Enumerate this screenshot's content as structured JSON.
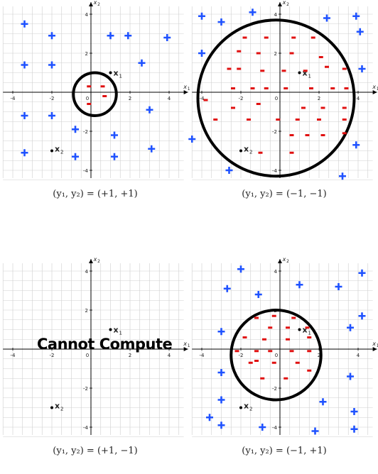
{
  "axis": {
    "x_label": "x",
    "x_sub": "1",
    "y_label": "x",
    "y_sub": "2",
    "x_ticks": [
      "-4",
      "-2",
      "0",
      "2",
      "4"
    ],
    "y_ticks": [
      "4",
      "2",
      "-2",
      "-4"
    ],
    "point1_label": "x",
    "point1_sub": "1",
    "point2_label": "x",
    "point2_sub": "2"
  },
  "colors": {
    "plus": "#1f52ff",
    "minus": "#e01010",
    "circle": "#000000",
    "grid": "#cfcfcf"
  },
  "panels": [
    {
      "caption": "(y₁, y₂) = (+1, +1)",
      "overlay_text": "",
      "circle": {
        "cx": 0.2,
        "cy": -0.1,
        "r": 1.1
      },
      "plus": [
        [
          -3.4,
          3.5
        ],
        [
          -2.0,
          2.9
        ],
        [
          1.0,
          2.9
        ],
        [
          1.9,
          2.9
        ],
        [
          3.9,
          2.8
        ],
        [
          -3.4,
          1.4
        ],
        [
          -2.0,
          1.4
        ],
        [
          2.6,
          1.5
        ],
        [
          -3.4,
          -1.2
        ],
        [
          -2.0,
          -1.2
        ],
        [
          3.0,
          -0.9
        ],
        [
          -0.8,
          -1.9
        ],
        [
          1.2,
          -2.2
        ],
        [
          -3.4,
          -3.1
        ],
        [
          -0.8,
          -3.3
        ],
        [
          1.2,
          -3.3
        ],
        [
          3.1,
          -2.9
        ]
      ],
      "minus": [
        [
          -0.1,
          0.3
        ],
        [
          0.6,
          0.3
        ],
        [
          0.7,
          -0.2
        ],
        [
          -0.1,
          -0.6
        ]
      ]
    },
    {
      "caption": "(y₁, y₂) = (−1, −1)",
      "overlay_text": "",
      "circle": {
        "cx": -0.2,
        "cy": -0.3,
        "r": 4.0
      },
      "plus": [
        [
          -4.0,
          3.9
        ],
        [
          -3.0,
          3.6
        ],
        [
          -1.4,
          4.1
        ],
        [
          2.4,
          3.8
        ],
        [
          3.9,
          3.9
        ],
        [
          4.1,
          3.1
        ],
        [
          -4.0,
          2.0
        ],
        [
          4.2,
          1.2
        ],
        [
          -4.5,
          -2.4
        ],
        [
          -2.6,
          -4.0
        ],
        [
          3.9,
          -2.7
        ],
        [
          3.2,
          -4.3
        ]
      ],
      "minus": [
        [
          -1.8,
          2.8
        ],
        [
          -0.7,
          2.8
        ],
        [
          0.7,
          2.8
        ],
        [
          1.7,
          2.8
        ],
        [
          -2.1,
          2.1
        ],
        [
          -1.1,
          2.0
        ],
        [
          0.6,
          2.0
        ],
        [
          2.1,
          1.8
        ],
        [
          -2.6,
          1.2
        ],
        [
          -2.1,
          1.2
        ],
        [
          -0.9,
          1.1
        ],
        [
          0.2,
          1.1
        ],
        [
          1.3,
          1.1
        ],
        [
          2.4,
          1.3
        ],
        [
          3.3,
          1.2
        ],
        [
          -3.8,
          -0.4
        ],
        [
          -2.4,
          0.2
        ],
        [
          -1.4,
          0.2
        ],
        [
          -0.7,
          0.2
        ],
        [
          0.3,
          0.2
        ],
        [
          1.6,
          0.2
        ],
        [
          2.7,
          0.2
        ],
        [
          3.4,
          0.2
        ],
        [
          -2.4,
          -0.8
        ],
        [
          -1.1,
          -0.6
        ],
        [
          1.2,
          -0.8
        ],
        [
          2.2,
          -0.8
        ],
        [
          3.3,
          -0.8
        ],
        [
          -3.3,
          -1.4
        ],
        [
          -1.6,
          -1.4
        ],
        [
          -0.1,
          -1.4
        ],
        [
          0.9,
          -1.4
        ],
        [
          2.0,
          -1.4
        ],
        [
          3.3,
          -1.4
        ],
        [
          0.6,
          -2.2
        ],
        [
          1.4,
          -2.2
        ],
        [
          2.2,
          -2.2
        ],
        [
          3.3,
          -2.1
        ],
        [
          -1.0,
          -3.1
        ],
        [
          0.6,
          -3.1
        ]
      ]
    },
    {
      "caption": "(y₁, y₂) = (+1, −1)",
      "overlay_text": "Cannot Compute",
      "circle": null,
      "plus": [],
      "minus": []
    },
    {
      "caption": "(y₁, y₂) = (−1, +1)",
      "overlay_text": "",
      "circle": {
        "cx": -0.2,
        "cy": -0.3,
        "r": 2.3
      },
      "plus": [
        [
          -2.0,
          4.1
        ],
        [
          4.2,
          3.9
        ],
        [
          -2.7,
          3.1
        ],
        [
          -1.1,
          2.8
        ],
        [
          1.0,
          3.3
        ],
        [
          3.0,
          3.2
        ],
        [
          4.2,
          1.7
        ],
        [
          -3.0,
          0.9
        ],
        [
          3.6,
          1.1
        ],
        [
          -3.0,
          -1.2
        ],
        [
          3.6,
          -1.4
        ],
        [
          -3.0,
          -2.6
        ],
        [
          2.2,
          -2.7
        ],
        [
          3.8,
          -3.2
        ],
        [
          -3.6,
          -3.5
        ],
        [
          -3.0,
          -3.9
        ],
        [
          -0.9,
          -4.0
        ],
        [
          1.8,
          -4.2
        ],
        [
          3.8,
          -4.1
        ]
      ],
      "minus": [
        [
          -1.2,
          1.6
        ],
        [
          -0.3,
          1.7
        ],
        [
          0.7,
          1.6
        ],
        [
          -0.5,
          1.1
        ],
        [
          0.4,
          1.1
        ],
        [
          1.4,
          1.1
        ],
        [
          -1.8,
          0.6
        ],
        [
          -0.8,
          0.5
        ],
        [
          0.4,
          0.5
        ],
        [
          1.5,
          0.6
        ],
        [
          -2.2,
          -0.1
        ],
        [
          -1.2,
          -0.1
        ],
        [
          -0.5,
          -0.1
        ],
        [
          0.6,
          -0.1
        ],
        [
          1.5,
          -0.1
        ],
        [
          -1.5,
          -0.7
        ],
        [
          -0.3,
          -0.7
        ],
        [
          0.9,
          -0.7
        ],
        [
          1.5,
          -1.1
        ],
        [
          -0.9,
          -1.5
        ],
        [
          0.3,
          -1.5
        ],
        [
          -1.2,
          -0.6
        ]
      ]
    }
  ]
}
